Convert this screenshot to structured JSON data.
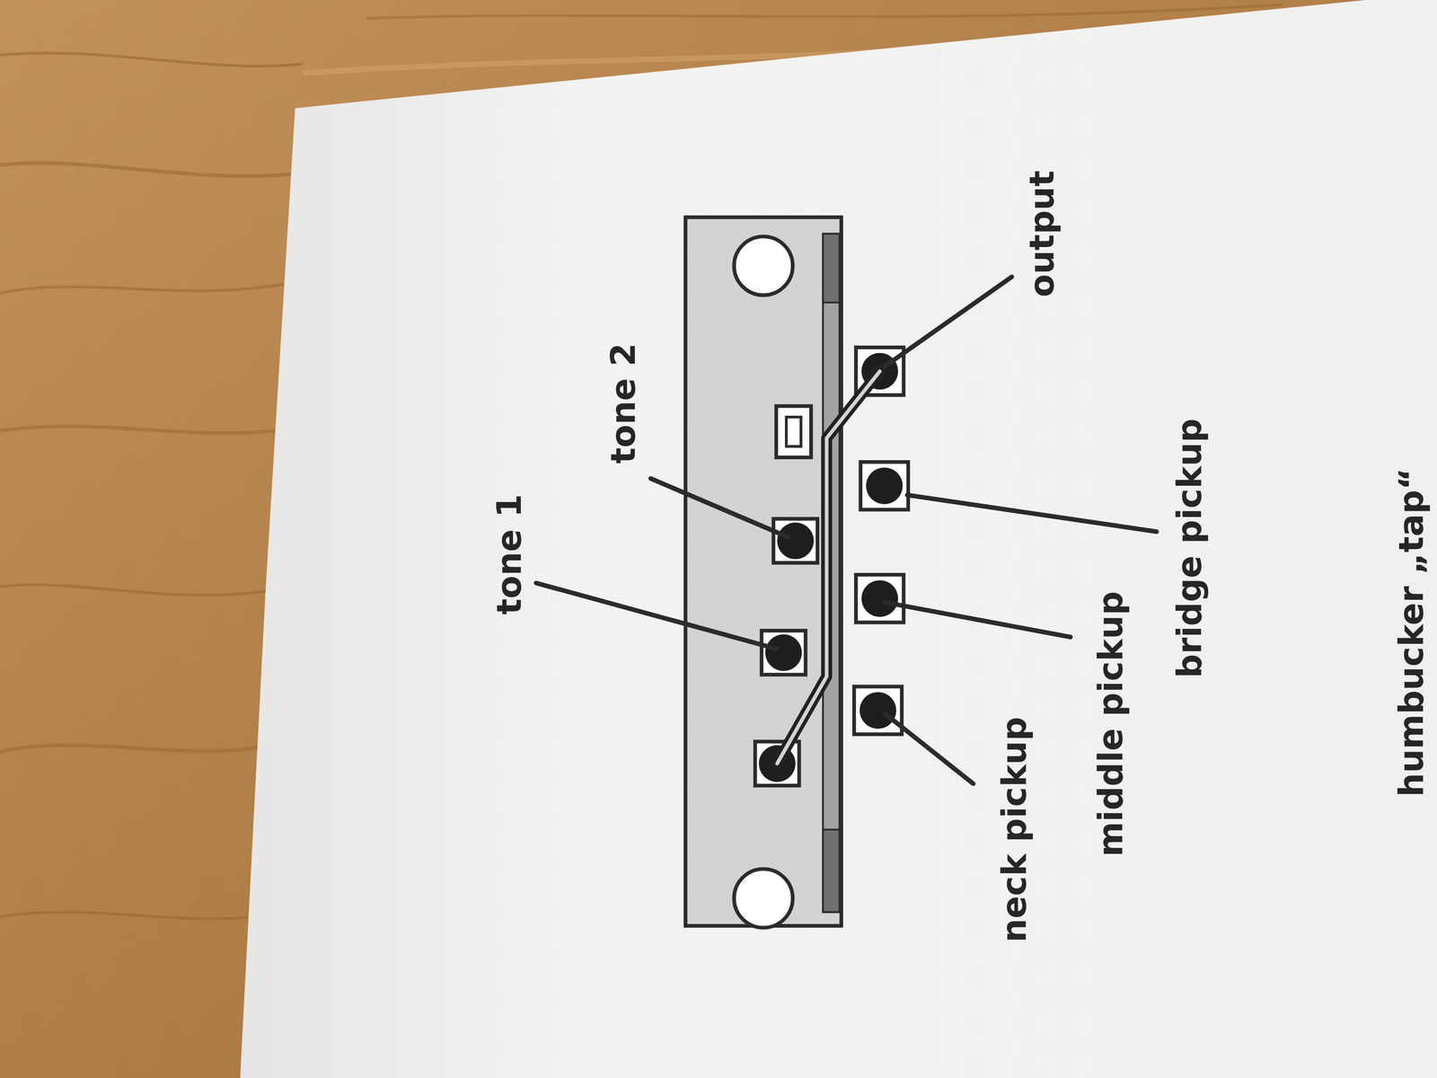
{
  "diagram": {
    "labels": [
      "tone 1",
      "tone 2",
      "output",
      "bridge pickup",
      "middle pickup",
      "neck pickup",
      "humbucker „tap“"
    ]
  }
}
